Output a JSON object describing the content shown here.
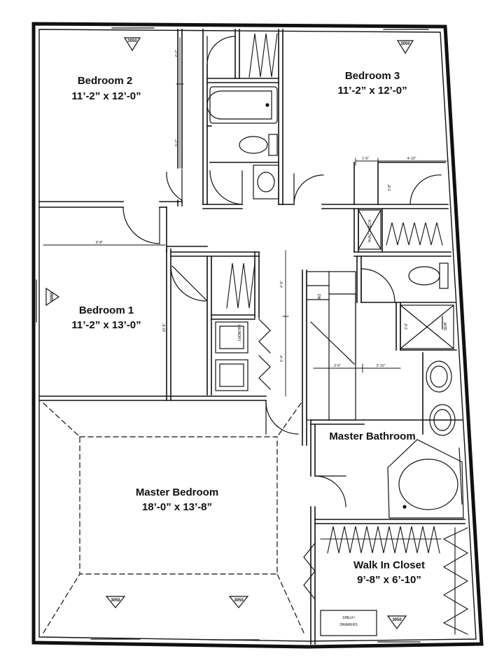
{
  "rooms": {
    "bedroom2": {
      "name": "Bedroom 2",
      "size": "11’-2” x 12’-0”"
    },
    "bedroom3": {
      "name": "Bedroom 3",
      "size": "11’-2” x 12’-0”"
    },
    "bedroom1": {
      "name": "Bedroom 1",
      "size": "11’-2” x 13’-0”"
    },
    "master_bedroom": {
      "name": "Master Bedroom",
      "size": "18’-0” x 13’-8”"
    },
    "master_bathroom": {
      "name": "Master Bathroom"
    },
    "walk_in_closet": {
      "name": "Walk In Closet",
      "size": "9’-8” x 6’-10”"
    }
  },
  "labels": {
    "window_tag": "3050",
    "laundry": "LAUNDRY",
    "hvac": "HVAC / MECH",
    "shelf_line1": "SHELF/",
    "shelf_line2": "DRAWERS",
    "stair_dn": "DN",
    "shower_seat": "SEAT"
  },
  "dimensions": {
    "d_6_2": "6'-2\"",
    "d_5_7": "5'-7\"",
    "d_8_8": "8'-8\"",
    "d_10_8": "10'-8\"",
    "d_4_5": "4'-5\"",
    "d_5_4": "5'-4\"",
    "d_1_6": "1'-6\"",
    "d_4_10": "4'-10\"",
    "d_3_8": "3'-8\"",
    "d_3_6": "3'-6\"",
    "d_3_10": "3'-10\""
  },
  "colors": {
    "ink": "#111111",
    "paper": "#ffffff"
  }
}
